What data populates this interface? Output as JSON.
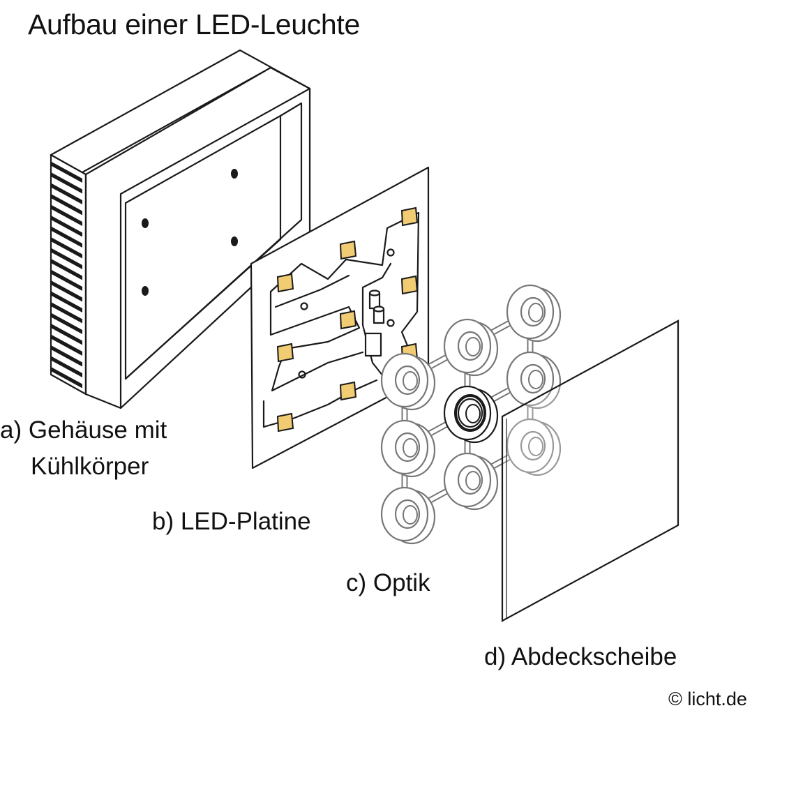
{
  "title": "Aufbau einer LED-Leuchte",
  "labels": {
    "a_line1": "a) Gehäuse mit",
    "a_line2": "Kühlkörper",
    "b": "b) LED-Platine",
    "c": "c) Optik",
    "d": "d) Abdeckscheibe"
  },
  "copyright": "© licht.de",
  "colors": {
    "led": "#f2cc73",
    "outline": "#1a1a1a",
    "optics": "#777777",
    "background": "#ffffff"
  }
}
